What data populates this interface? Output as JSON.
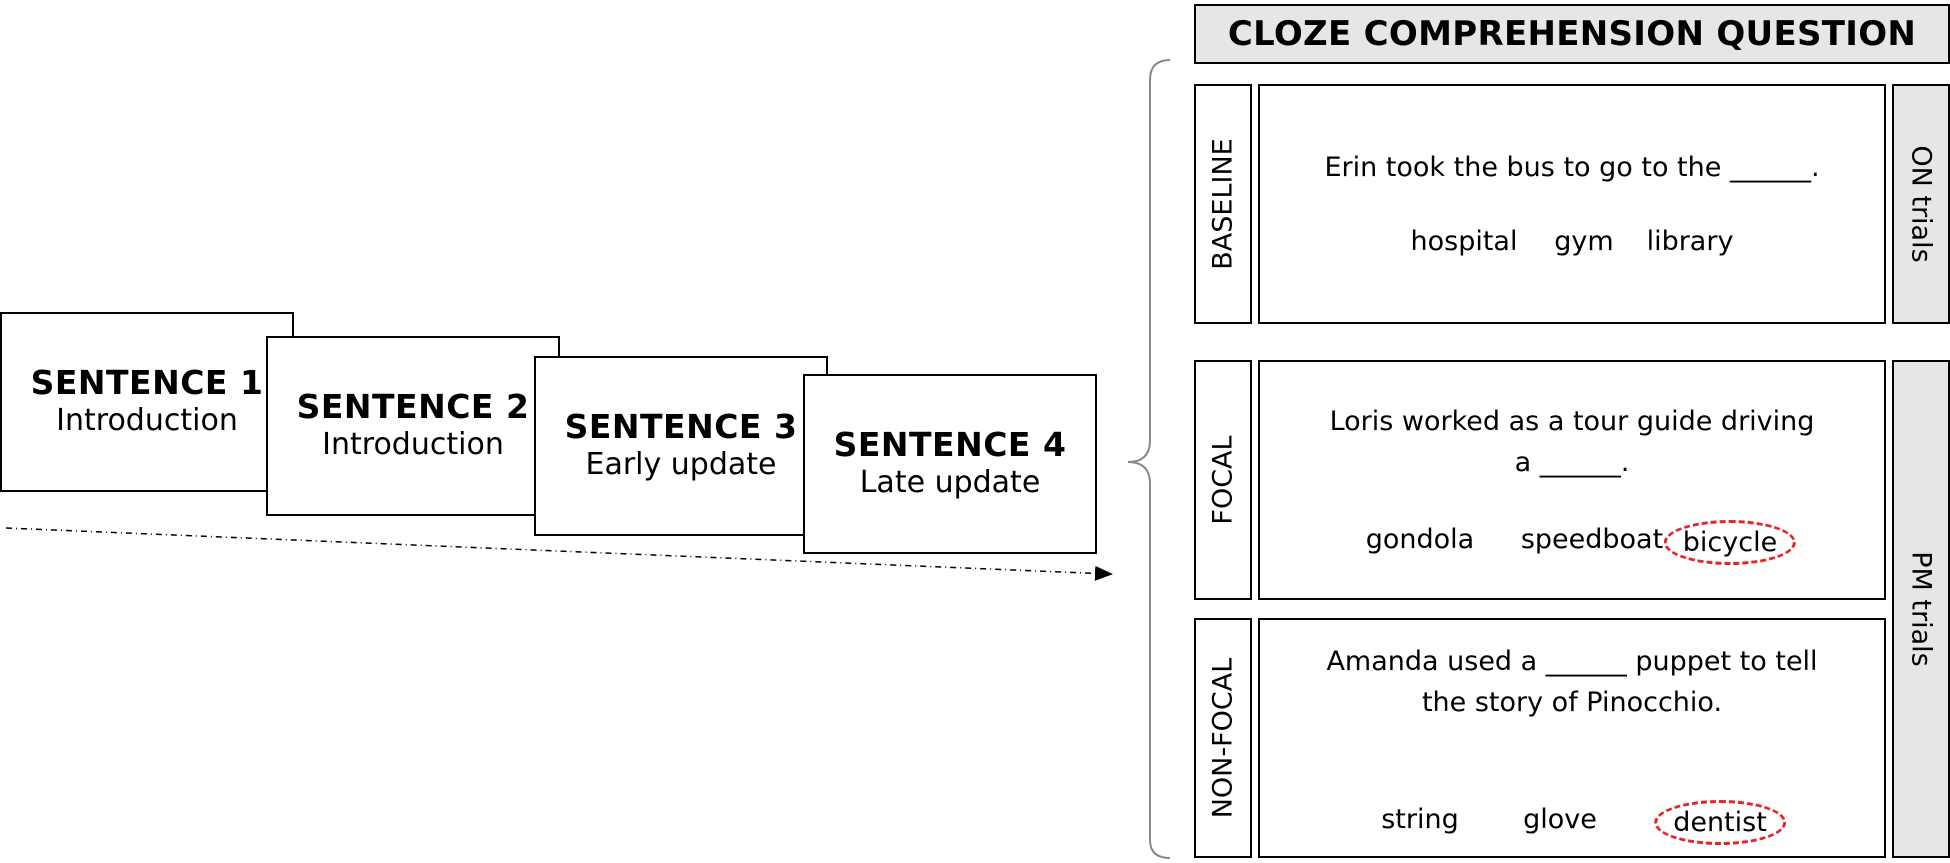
{
  "sentences": [
    {
      "title": "SENTENCE 1",
      "subtitle": "Introduction"
    },
    {
      "title": "SENTENCE 2",
      "subtitle": "Introduction"
    },
    {
      "title": "SENTENCE 3",
      "subtitle": "Early update"
    },
    {
      "title": "SENTENCE 4",
      "subtitle": "Late update"
    }
  ],
  "panel": {
    "header": "CLOZE COMPREHENSION QUESTION",
    "side_labels": {
      "on": "ON trials",
      "pm": "PM trials"
    },
    "conditions": [
      {
        "label": "BASELINE",
        "question": "Erin took the bus to go to the ______.",
        "options": [
          "hospital",
          "gym",
          "library"
        ],
        "circled_index": null
      },
      {
        "label": "FOCAL",
        "question": "Loris worked as a tour guide driving a ______.",
        "options": [
          "gondola",
          "speedboat",
          "bicycle"
        ],
        "circled_index": 2
      },
      {
        "label": "NON-FOCAL",
        "question": "Amanda used a ______ puppet to tell the story of Pinocchio.",
        "options": [
          "string",
          "glove",
          "dentist"
        ],
        "circled_index": 2
      }
    ]
  },
  "colors": {
    "header_fill": "#e6e6e6",
    "circle_stroke": "#e8222a"
  }
}
